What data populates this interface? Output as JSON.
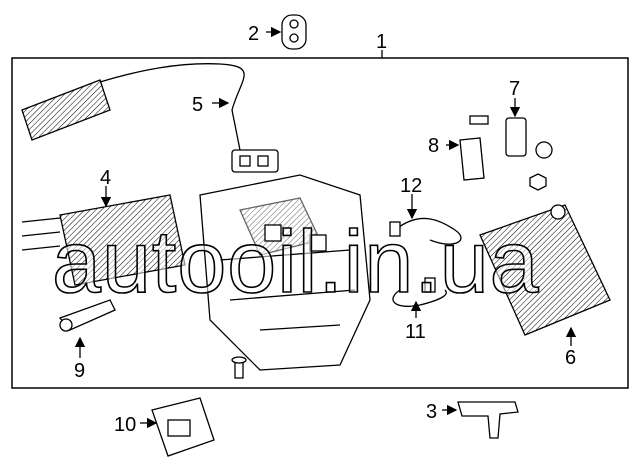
{
  "callouts": [
    "1",
    "2",
    "3",
    "4",
    "5",
    "6",
    "7",
    "8",
    "9",
    "10",
    "11",
    "12"
  ],
  "watermark": "autooil.in.ua"
}
